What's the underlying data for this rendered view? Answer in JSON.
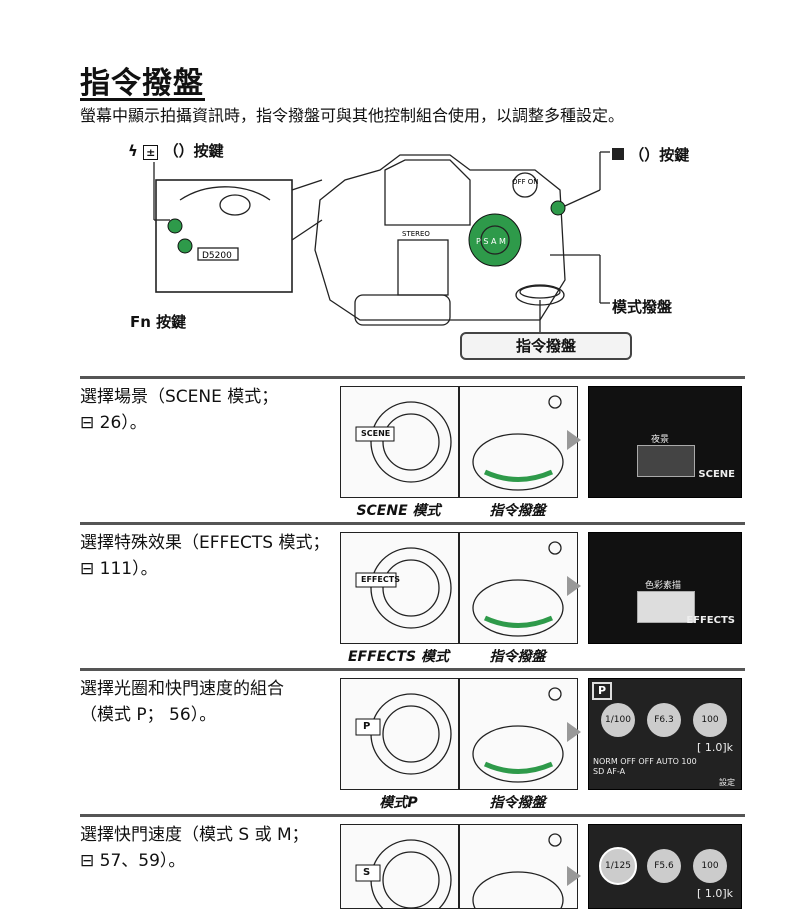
{
  "title": "指令撥盤",
  "subtitle": "螢幕中顯示拍攝資訊時，指令撥盤可與其他控制組合使用，以調整多種設定。",
  "callouts": {
    "flash_button": "（）按鍵",
    "exposure_button": "（）按鍵",
    "fn_button": "Fn 按鍵",
    "mode_dial": "模式撥盤",
    "command_dial": "指令撥盤"
  },
  "camera_labels": {
    "model": "D5200",
    "off_on": "OFF ON",
    "stereo": "STEREO"
  },
  "rows": [
    {
      "desc_line1": "選擇場景（SCENE 模式；",
      "desc_line2": "26）。",
      "mode_caption": "SCENE 模式",
      "dial_caption": "指令撥盤",
      "dial_tag": "SCENE",
      "screen_title": "夜景",
      "screen_footer": "SCENE"
    },
    {
      "desc_line1": "選擇特殊效果（EFFECTS 模式；",
      "desc_line2": "111）。",
      "mode_caption": "EFFECTS 模式",
      "dial_caption": "指令撥盤",
      "dial_tag": "EFFECTS",
      "screen_title": "色彩素描",
      "screen_footer": "EFFECTS"
    },
    {
      "desc_line1": "選擇光圈和快門速度的組合",
      "desc_line2": "（模式 P； 56）。",
      "mode_caption": "模式P",
      "dial_caption": "指令撥盤",
      "dial_tag": "P",
      "screen_mode": "P",
      "shutter": "1/100",
      "aperture": "F6.3",
      "iso": "100",
      "frames": "[ 1.0]k",
      "info_row1": "NORM   OFF  OFF  AUTO  100",
      "info_row2": "SD  AF-A",
      "settings": "設定"
    },
    {
      "desc_line1": "選擇快門速度（模式 S 或 M；",
      "desc_line2": "57、59）。",
      "mode_caption": "",
      "dial_caption": "",
      "dial_tag": "S",
      "shutter": "1/125",
      "aperture": "F5.6",
      "iso": "100",
      "frames": "[ 1.0]k"
    }
  ]
}
